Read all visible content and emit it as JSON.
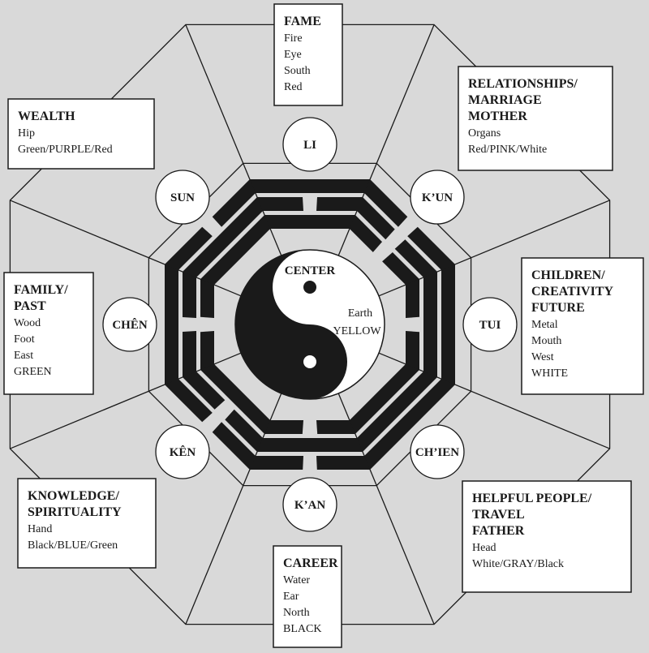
{
  "colors": {
    "background": "#d9d9d9",
    "ink": "#1a1a1a",
    "box_fill": "#ffffff"
  },
  "areas": [
    {
      "key": "fame",
      "title_lines": [
        "FAME"
      ],
      "attributes": [
        "Fire",
        "Eye",
        "South",
        "Red"
      ]
    },
    {
      "key": "relationships",
      "title_lines": [
        "RELATIONSHIPS/",
        "MARRIAGE",
        "MOTHER"
      ],
      "attributes": [
        "Organs",
        "Red/PINK/White"
      ]
    },
    {
      "key": "children",
      "title_lines": [
        "CHILDREN/",
        "CREATIVITY",
        "FUTURE"
      ],
      "attributes": [
        "Metal",
        "Mouth",
        "West",
        "WHITE"
      ]
    },
    {
      "key": "helpful",
      "title_lines": [
        "HELPFUL PEOPLE/",
        "TRAVEL",
        "FATHER"
      ],
      "attributes": [
        "Head",
        "White/GRAY/Black"
      ]
    },
    {
      "key": "career",
      "title_lines": [
        "CAREER"
      ],
      "attributes": [
        "Water",
        "Ear",
        "North",
        "BLACK"
      ]
    },
    {
      "key": "knowledge",
      "title_lines": [
        "KNOWLEDGE/",
        "SPIRITUALITY"
      ],
      "attributes": [
        "Hand",
        "Black/BLUE/Green"
      ]
    },
    {
      "key": "family",
      "title_lines": [
        "FAMILY/",
        "PAST"
      ],
      "attributes": [
        "Wood",
        "Foot",
        "East",
        "GREEN"
      ]
    },
    {
      "key": "wealth",
      "title_lines": [
        "WEALTH"
      ],
      "attributes": [
        "Hip",
        "Green/PURPLE/Red"
      ]
    }
  ],
  "trigrams": [
    {
      "name": "LI",
      "icon": "trigram-li-icon",
      "lines": [
        "solid",
        "broken",
        "solid"
      ]
    },
    {
      "name": "K’UN",
      "icon": "trigram-kun-icon",
      "lines": [
        "broken",
        "broken",
        "broken"
      ]
    },
    {
      "name": "TUI",
      "icon": "trigram-tui-icon",
      "lines": [
        "broken",
        "solid",
        "solid"
      ]
    },
    {
      "name": "CH’IEN",
      "icon": "trigram-chien-icon",
      "lines": [
        "solid",
        "solid",
        "solid"
      ]
    },
    {
      "name": "K’AN",
      "icon": "trigram-kan-icon",
      "lines": [
        "broken",
        "solid",
        "broken"
      ]
    },
    {
      "name": "KÊN",
      "icon": "trigram-ken-icon",
      "lines": [
        "solid",
        "broken",
        "broken"
      ]
    },
    {
      "name": "CHÊN",
      "icon": "trigram-chen-icon",
      "lines": [
        "broken",
        "broken",
        "solid"
      ]
    },
    {
      "name": "SUN",
      "icon": "trigram-sun-icon",
      "lines": [
        "solid",
        "solid",
        "broken"
      ]
    }
  ],
  "center": {
    "label": "CENTER",
    "element": "Earth",
    "color": "YELLOW",
    "icon": "yin-yang-icon"
  }
}
